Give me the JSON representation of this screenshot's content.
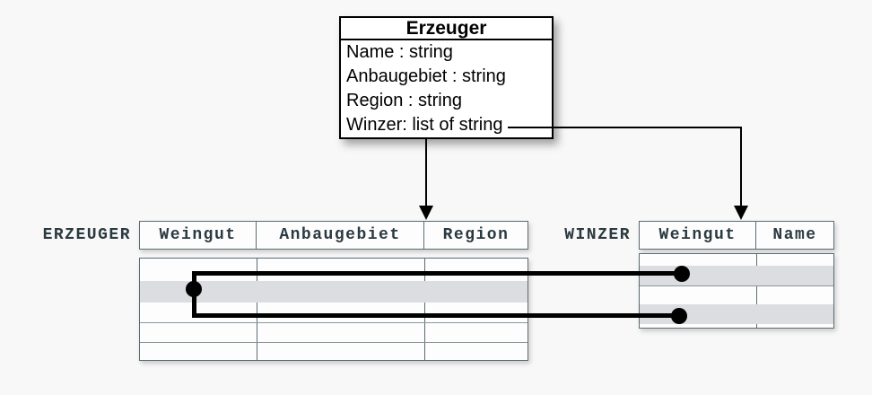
{
  "diagram": {
    "class_box": {
      "title": "Erzeuger",
      "attributes": [
        "Name : string",
        "Anbaugebiet : string",
        "Region : string",
        "Winzer: list of string"
      ]
    },
    "erzeuger_table": {
      "label": "ERZEUGER",
      "columns": [
        "Weingut",
        "Anbaugebiet",
        "Region"
      ],
      "body_rows": 5,
      "highlighted_row_index": 2
    },
    "winzer_table": {
      "label": "WINZER",
      "columns": [
        "Weingut",
        "Name"
      ],
      "body_rows": 4,
      "highlighted_row_indexes": [
        2,
        4
      ]
    },
    "connections": {
      "class_to_erzeuger": "arrow from Erzeuger box bottom to ERZEUGER table header",
      "winzer_attr_to_winzer": "arrow from 'Winzer: list of string' to WINZER table header",
      "record_links": "dot in ERZEUGER highlighted row linked to two dots in WINZER highlighted rows"
    },
    "colors": {
      "background": "#f8f8f8",
      "table_border": "#5c6c72",
      "table_fill": "#fdfdfe",
      "highlight_row": "#dbdde0",
      "text_dark": "#2b3940",
      "connector": "#000000"
    }
  }
}
